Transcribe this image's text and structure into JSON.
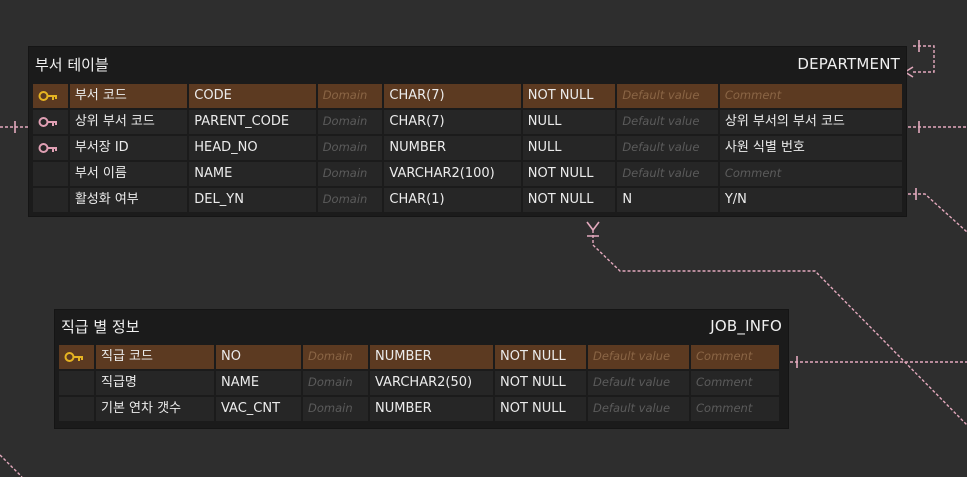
{
  "colors": {
    "background": "#2e2e2e",
    "table_bg": "#1b1b1b",
    "cell_bg": "#262626",
    "pk_row": "#5c3a21",
    "primary_key_icon": "#e6b422",
    "foreign_key_icon": "#e0a0b4",
    "connector": "#e3a9bd"
  },
  "department": {
    "logical_name": "부서 테이블",
    "physical_name": "DEPARTMENT",
    "columns": [
      {
        "key": "primary-key-icon",
        "logical": "부서 코드",
        "physical": "CODE",
        "domain": "Domain",
        "type": "CHAR(7)",
        "nullable": "NOT NULL",
        "default": "Default value",
        "comment": "Comment"
      },
      {
        "key": "foreign-key-icon",
        "logical": "상위 부서 코드",
        "physical": "PARENT_CODE",
        "domain": "Domain",
        "type": "CHAR(7)",
        "nullable": "NULL",
        "default": "Default value",
        "comment": "상위 부서의 부서 코드"
      },
      {
        "key": "foreign-key-icon",
        "logical": "부서장 ID",
        "physical": "HEAD_NO",
        "domain": "Domain",
        "type": "NUMBER",
        "nullable": "NULL",
        "default": "Default value",
        "comment": "사원 식별 번호"
      },
      {
        "key": "",
        "logical": "부서 이름",
        "physical": "NAME",
        "domain": "Domain",
        "type": "VARCHAR2(100)",
        "nullable": "NOT NULL",
        "default": "Default value",
        "comment": "Comment"
      },
      {
        "key": "",
        "logical": "활성화 여부",
        "physical": "DEL_YN",
        "domain": "Domain",
        "type": "CHAR(1)",
        "nullable": "NOT NULL",
        "default": "N",
        "comment": "Y/N"
      }
    ]
  },
  "job_info": {
    "logical_name": "직급 별 정보",
    "physical_name": "JOB_INFO",
    "columns": [
      {
        "key": "primary-key-icon",
        "logical": "직급 코드",
        "physical": "NO",
        "domain": "Domain",
        "type": "NUMBER",
        "nullable": "NOT NULL",
        "default": "Default value",
        "comment": "Comment"
      },
      {
        "key": "",
        "logical": "직급명",
        "physical": "NAME",
        "domain": "Domain",
        "type": "VARCHAR2(50)",
        "nullable": "NOT NULL",
        "default": "Default value",
        "comment": "Comment"
      },
      {
        "key": "",
        "logical": "기본 연차 갯수",
        "physical": "VAC_CNT",
        "domain": "Domain",
        "type": "NUMBER",
        "nullable": "NOT NULL",
        "default": "Default value",
        "comment": "Comment"
      }
    ]
  }
}
